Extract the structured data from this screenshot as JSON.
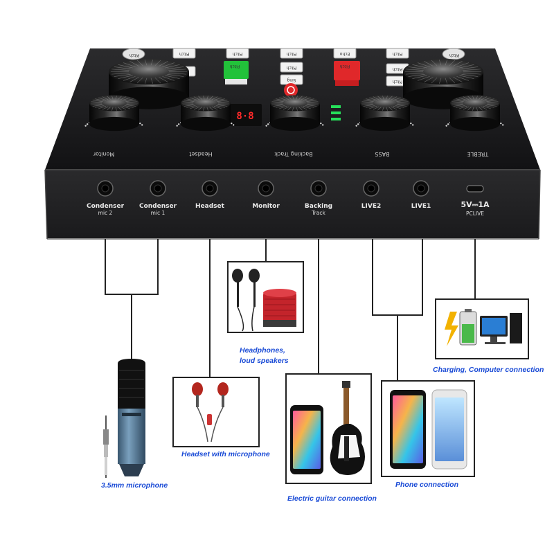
{
  "device": {
    "ports": [
      {
        "label": "Condenser",
        "sub": "mic 2"
      },
      {
        "label": "Condenser",
        "sub": "mic 1"
      },
      {
        "label": "Headset",
        "sub": ""
      },
      {
        "label": "Monitor",
        "sub": ""
      },
      {
        "label": "Backing",
        "sub": "Track"
      },
      {
        "label": "LIVE2",
        "sub": ""
      },
      {
        "label": "LIVE1",
        "sub": ""
      },
      {
        "label": "5V⎓1A",
        "sub": "PCLIVE"
      }
    ],
    "knob_labels": [
      "Monitor",
      "Headset",
      "Backing Track",
      "BASS",
      "TREBLE"
    ],
    "top_buttons": [
      "Pitch",
      "Pitch",
      "Pitch",
      "Pitch",
      "Echo",
      "Pitch",
      "Pitch",
      "Pitch",
      "Pitch",
      "Pitch",
      "Pitch",
      "Pitch",
      "Sing",
      "Pitch"
    ]
  },
  "accessories": {
    "microphone": {
      "caption": "3.5mm microphone",
      "icon": "condenser-microphone-icon"
    },
    "headset": {
      "caption": "Headset with microphone",
      "icon": "earphones-icon"
    },
    "speakers": {
      "caption_line1": "Headphones,",
      "caption_line2": "loud speakers",
      "icon": "earbuds-speaker-icon"
    },
    "guitar": {
      "caption": "Electric guitar connection",
      "icon": "phone-guitar-icon"
    },
    "phone": {
      "caption": "Phone connection",
      "icon": "smartphones-icon"
    },
    "computer": {
      "caption": "Charging, Computer connection",
      "icon": "battery-computer-icon"
    }
  },
  "colors": {
    "caption": "#1a4bd6",
    "device_body": "#1c1c1e",
    "green_button": "#22c23a",
    "red_button": "#e0282a",
    "led_red": "#ff2a2a",
    "led_green": "#26e05a"
  }
}
